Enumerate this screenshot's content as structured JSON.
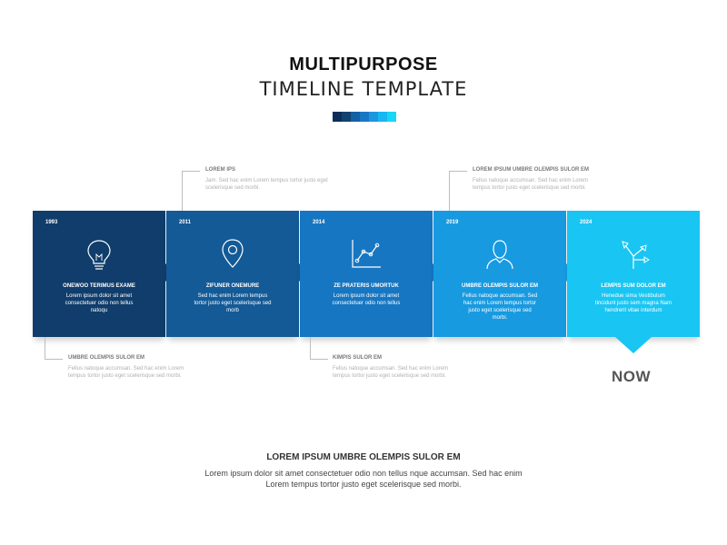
{
  "header": {
    "title": "MULTIPURPOSE",
    "subtitle": "TIMELINE TEMPLATE"
  },
  "palette": [
    "#0d2e57",
    "#12426f",
    "#1560a3",
    "#1877c5",
    "#1b96df",
    "#17b7ef",
    "#18d6f5"
  ],
  "cards": [
    {
      "year": "1993",
      "icon": "lightbulb-icon",
      "title": "ONEWOO TERIMUS EXAME",
      "body": "Lorem ipsum dolor sit amet consectetuer odio non tellus natoqu",
      "color": "#103d6b"
    },
    {
      "year": "2011",
      "icon": "map-pin-icon",
      "title": "ZIFUNER ONEMURE",
      "body": "Sed hac enim Lorem tempus tortor justo eget scelerisque sed morb",
      "color": "#135a97"
    },
    {
      "year": "2014",
      "icon": "line-chart-icon",
      "title": "ZE PRATERIS UMORTUK",
      "body": "Lorem ipsum dolor sit amet consectetuer odio non tellus",
      "color": "#1676c1"
    },
    {
      "year": "2019",
      "icon": "user-icon",
      "title": "UMBRE OLEMPIS SULOR EM",
      "body": "Fellus natoque accumsan. Sed hac enim Lorem tempus tortor justo eget scelerisque sed morbi.",
      "color": "#189ae1"
    },
    {
      "year": "2024",
      "icon": "split-arrows-icon",
      "title": "LEMPIS SUM DOLOR EM",
      "body": "Henedue sima Vestibulum tincidunt justo sem magna Nam hendrerit vitae interdum",
      "color": "#19c5f3"
    }
  ],
  "notes_top": [
    {
      "title": "LOREM IPS",
      "body": "Jam. Sed hac enim Lorem tempus tortor justo eget scelerisque sed morbi."
    },
    {
      "title": "LOREM IPSUM UMBRE OLEMPIS SULOR EM",
      "body": "Fellus natoque accumsan. Sed hac enim Lorem tempus tortor justo eget scelerisque sed morbi."
    }
  ],
  "notes_bottom": [
    {
      "title": "UMBRE OLEMPIS SULOR EM",
      "body": "Fellus natoque accumsan. Sed hac enim Lorem tempus tortor justo eget scelerisque sed morbi."
    },
    {
      "title": "KIMPIS SULOR EM",
      "body": "Fellus natoque accumsan. Sed hac enim Lorem tempus tortor justo eget scelerisque sed morbi."
    }
  ],
  "now_label": "NOW",
  "footer": {
    "title": "LOREM IPSUM UMBRE OLEMPIS SULOR EM",
    "body": "Lorem ipsum dolor sit amet consectetuer odio non tellus nque accumsan. Sed hac enim Lorem tempus tortor justo eget scelerisque sed morbi."
  }
}
